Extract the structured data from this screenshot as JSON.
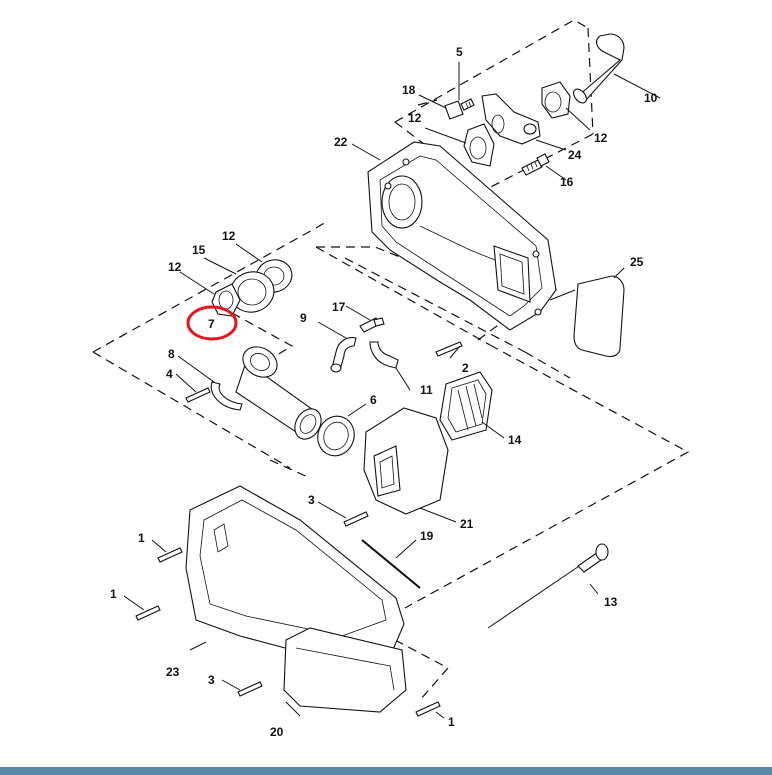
{
  "diagram": {
    "labels": {
      "p5": "5",
      "p18": "18",
      "p12a": "12",
      "p12b": "12",
      "p10": "10",
      "p24": "24",
      "p16": "16",
      "p22": "22",
      "p12c": "12",
      "p15": "15",
      "p12d": "12",
      "p7": "7",
      "p9": "9",
      "p17": "17",
      "p2": "2",
      "p25": "25",
      "p8": "8",
      "p4": "4",
      "p6": "6",
      "p11": "11",
      "p14": "14",
      "p3a": "3",
      "p21": "21",
      "p19": "19",
      "p1a": "1",
      "p1b": "1",
      "p13": "13",
      "p23": "23",
      "p3b": "3",
      "p20": "20",
      "p1c": "1"
    },
    "highlight": {
      "target": "7",
      "color": "#e8141c"
    },
    "colors": {
      "ink": "#111111",
      "footer_bar": "#5b8aa6"
    }
  }
}
